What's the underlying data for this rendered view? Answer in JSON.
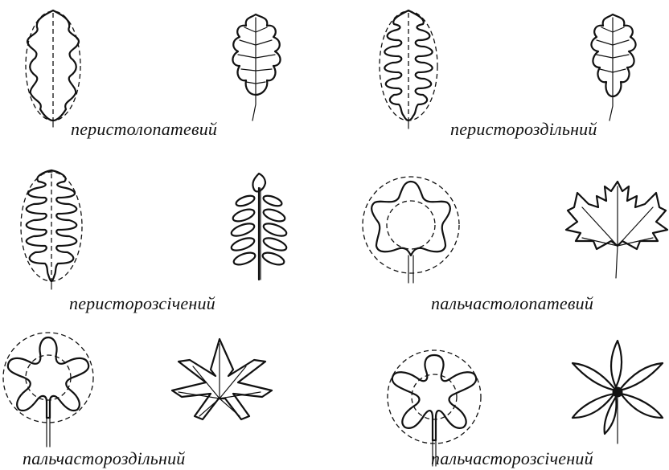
{
  "leaf_types": [
    {
      "id": "pinnately-lobed",
      "caption": "перистолопатевий"
    },
    {
      "id": "pinnately-parted",
      "caption": "перистороздільний"
    },
    {
      "id": "pinnately-dissected",
      "caption": "перисторозсічений"
    },
    {
      "id": "palmately-lobed",
      "caption": "пальчастолопатевий"
    },
    {
      "id": "palmately-parted",
      "caption": "пальчастороздільний"
    },
    {
      "id": "palmately-dissected",
      "caption": "пальчасторозсічений"
    }
  ]
}
